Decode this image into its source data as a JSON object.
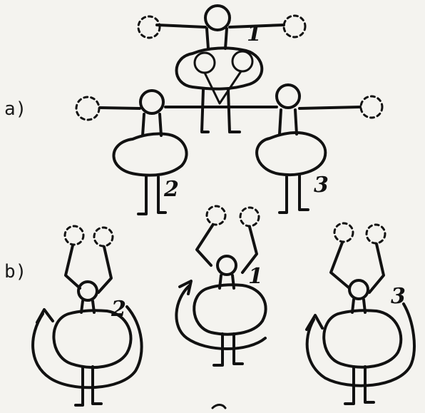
{
  "labels": {
    "a": "a)",
    "b": "b)"
  },
  "numbers": {
    "a_top": "1",
    "a_left": "2",
    "a_right": "3",
    "b_left": "2",
    "b_mid": "1",
    "b_right": "3"
  },
  "colors": {
    "ink": "#111111",
    "paper": "#f4f3ef"
  }
}
